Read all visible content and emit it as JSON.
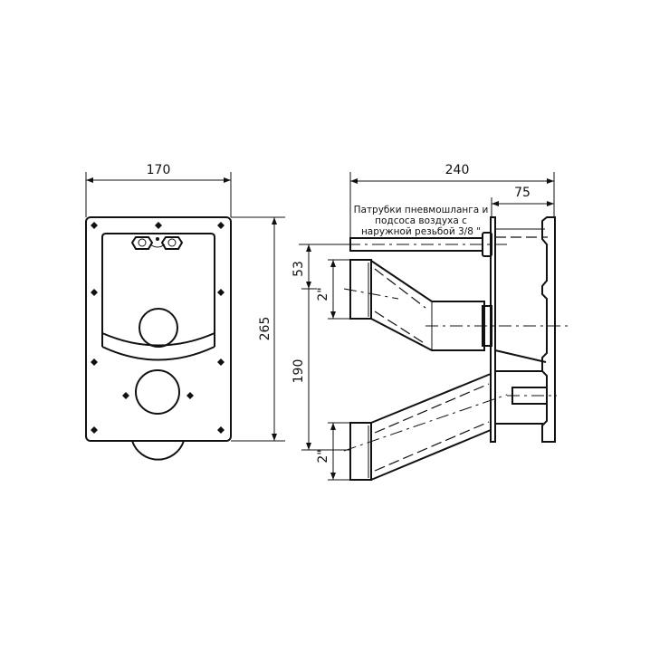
{
  "front_view": {
    "width_dim": "170",
    "height_dim": "265"
  },
  "side_view": {
    "depth_dim": "240",
    "flange_dim": "75",
    "upper_offset_dim": "53",
    "pipe_spacing_dim": "190",
    "upper_pipe_size": "2\"",
    "lower_pipe_size": "2\"",
    "note_lines": [
      "Патрубки пневмошланга и",
      "подсоса воздуха с",
      "наружной резьбой 3/8 \""
    ]
  }
}
